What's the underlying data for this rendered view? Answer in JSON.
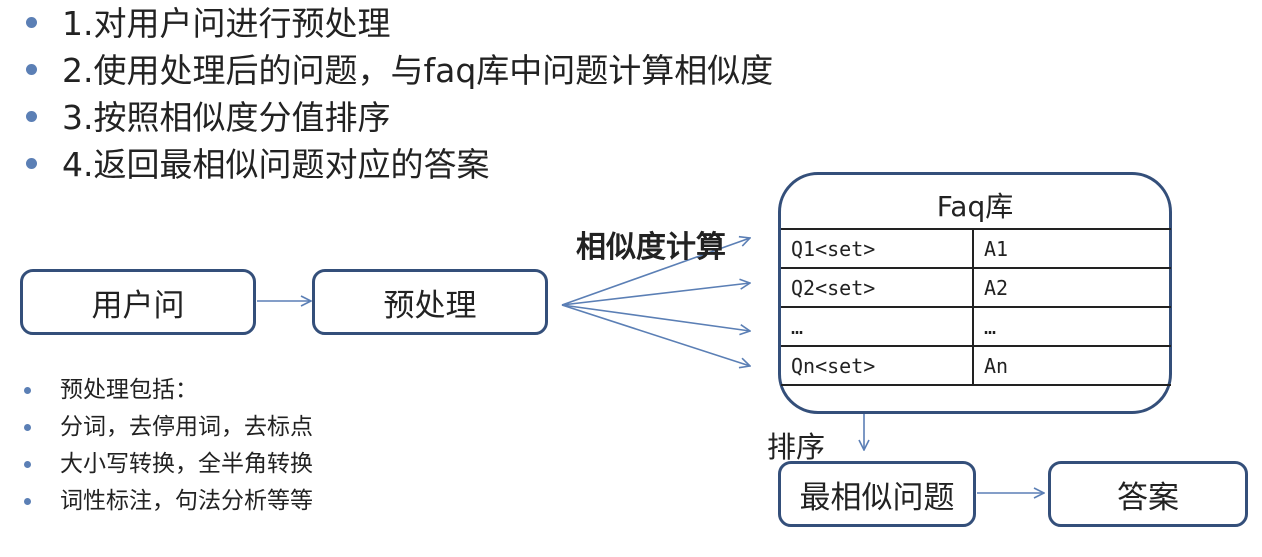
{
  "steps": [
    "1.对用户问进行预处理",
    "2.使用处理后的问题，与faq库中问题计算相似度",
    "3.按照相似度分值排序",
    "4.返回最相似问题对应的答案"
  ],
  "preprocess_notes": [
    "预处理包括：",
    "分词，去停用词，去标点",
    "大小写转换，全半角转换",
    "词性标注，句法分析等等"
  ],
  "nodes": {
    "user_question": "用户问",
    "preprocess": "预处理",
    "most_similar": "最相似问题",
    "answer": "答案"
  },
  "labels": {
    "similarity": "相似度计算",
    "sort": "排序"
  },
  "faq": {
    "title": "Faq库",
    "rows": [
      [
        "Q1<set>",
        "A1"
      ],
      [
        "Q2<set>",
        "A2"
      ],
      [
        "…",
        "…"
      ],
      [
        "Qn<set>",
        "An"
      ]
    ]
  },
  "colors": {
    "border": "#344f7a",
    "arrow": "#5b7fb5",
    "bullet": "#5b7fb5"
  }
}
